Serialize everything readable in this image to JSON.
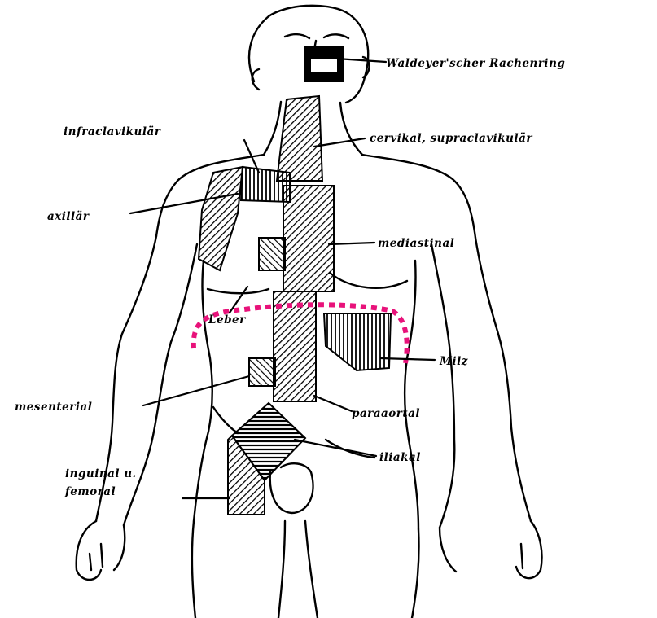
{
  "diagram": {
    "labels": {
      "waldeyer": "Waldeyer'scher Rachenring",
      "infraclavicular": "infraclavikulär",
      "cervical": "cervikal, supraclavikulär",
      "axillary": "axillär",
      "mediastinal": "mediastinal",
      "liver": "Leber",
      "spleen": "Milz",
      "mesenterial": "mesenterial",
      "paraaortal": "paraaortal",
      "iliakal": "iliakal",
      "inguinal_line1": "inguinal u.",
      "inguinal_line2": "femoral"
    }
  },
  "colors": {
    "ink": "#000000",
    "diaphragm_dotted": "#e8127a",
    "background": "#ffffff"
  }
}
